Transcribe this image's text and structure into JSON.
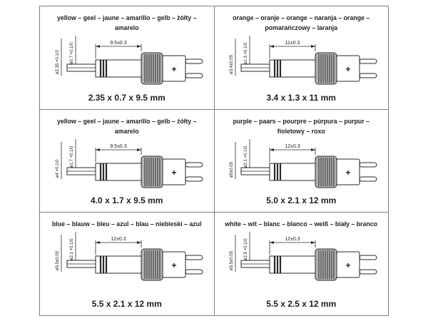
{
  "page": {
    "background_color": "#ffffff",
    "grid_border_color": "#7f7f7f",
    "text_color": "#1a1a1a",
    "knurl_fill_color": "#b3b3b3",
    "layout": "2x3 grid of DC-plug technical drawings"
  },
  "cells": [
    {
      "color_key": "yellow",
      "header_lines": [
        "yellow – geel – jaune – amarillo – gelb – żółty –",
        "amarelo"
      ],
      "size_label": "2.35 x 0.7 x 9.5 mm",
      "drawing": {
        "length_dim": "9.5±0.3",
        "outer_dia": "ø2.35 +0.1/0",
        "inner_dia": "ø0.7 +0.1/0",
        "polarity": "+"
      }
    },
    {
      "color_key": "orange",
      "header_lines": [
        "orange – oranje – orange – naranja – orange –",
        "pomarańczowy – laranja"
      ],
      "size_label": "3.4 x 1.3 x 11 mm",
      "drawing": {
        "length_dim": "11±0.3",
        "outer_dia": "ø3.4±0.05",
        "inner_dia": "ø1.3 +0.1/0",
        "polarity": "+"
      }
    },
    {
      "color_key": "yellow",
      "header_lines": [
        "yellow – geel – jaune – amarillo – gelb – żółty –",
        "amarelo"
      ],
      "size_label": "4.0 x 1.7 x 9.5 mm",
      "drawing": {
        "length_dim": "9.5±0.3",
        "outer_dia": "ø4 +0.1/0",
        "inner_dia": "ø1.7 +0.1/0",
        "polarity": "+"
      }
    },
    {
      "color_key": "purple",
      "header_lines": [
        "purple – paars – pourpre – púrpura – purpur –",
        "fioletowy – roxo"
      ],
      "size_label": "5.0 x 2.1 x 12 mm",
      "drawing": {
        "length_dim": "12±0.3",
        "outer_dia": "ø5±0.05",
        "inner_dia": "ø2.1 +0.1/0",
        "polarity": "+"
      }
    },
    {
      "color_key": "blue",
      "header_lines": [
        "blue – blauw – bleu – azul – blau – niebieski – azul"
      ],
      "size_label": "5.5 x 2.1 x 12 mm",
      "drawing": {
        "length_dim": "12±0.3",
        "outer_dia": "ø5.5±0.05",
        "inner_dia": "ø2.1 +0.1/0",
        "polarity": "+"
      }
    },
    {
      "color_key": "white",
      "header_lines": [
        "white – wit – blanc – blanco – weiß – biały – branco"
      ],
      "size_label": "5.5 x 2.5 x 12 mm",
      "drawing": {
        "length_dim": "12±0.3",
        "outer_dia": "ø5.5±0.05",
        "inner_dia": "ø2.5 +0.1/0",
        "polarity": "+"
      }
    }
  ]
}
